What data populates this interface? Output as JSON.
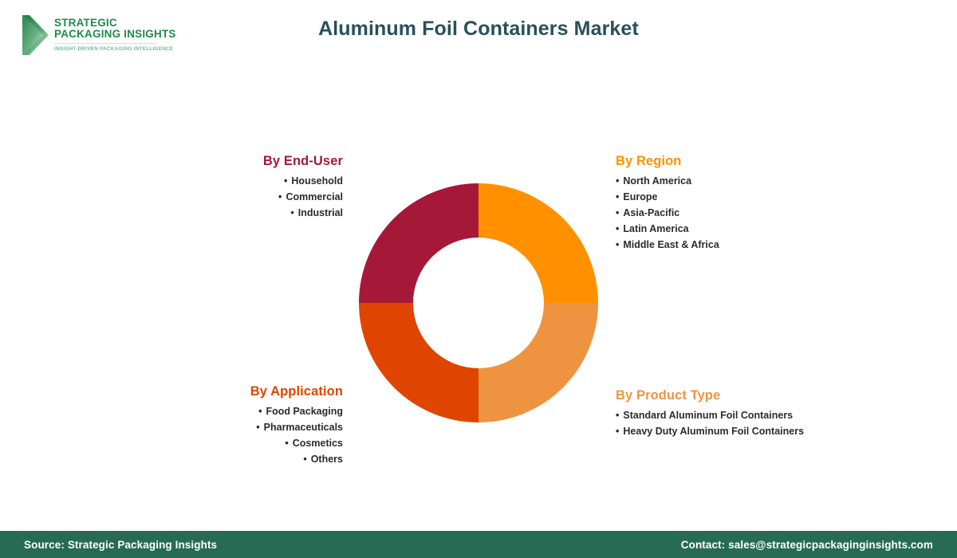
{
  "logo": {
    "name_line1": "STRATEGIC",
    "name_line2": "PACKAGING INSIGHTS",
    "tagline": "INSIGHT-DRIVEN PACKAGING INTELLIGENCE",
    "mark_icon": "chevron-right-icon",
    "color_dark": "#1a7a42",
    "color_light": "#8fc9a4"
  },
  "header": {
    "title": "Aluminum Foil Containers Market",
    "title_color": "#27505a"
  },
  "segments": {
    "end_user": {
      "title": "By End-User",
      "color": "#a61837",
      "items": [
        "Household",
        "Commercial",
        "Industrial"
      ]
    },
    "region": {
      "title": "By Region",
      "color": "#ff9100",
      "items": [
        "North America",
        "Europe",
        "Asia-Pacific",
        "Latin America",
        "Middle East & Africa"
      ]
    },
    "application": {
      "title": "By Application",
      "color": "#e04500",
      "items": [
        "Food Packaging",
        "Pharmaceuticals",
        "Cosmetics",
        "Others"
      ]
    },
    "product_type": {
      "title": "By Product Type",
      "color": "#ee9440",
      "items": [
        "Standard Aluminum Foil Containers",
        "Heavy Duty Aluminum Foil Containers"
      ]
    }
  },
  "footer": {
    "source": "Source: Strategic Packaging Insights",
    "contact": "Contact: sales@strategicpackaginginsights.com",
    "background": "#276b55"
  },
  "chart_data": {
    "type": "pie",
    "title": "Aluminum Foil Containers Market",
    "subtype": "donut",
    "categories": [
      "By Region",
      "By Product Type",
      "By Application",
      "By End-User"
    ],
    "values": [
      25,
      25,
      25,
      25
    ],
    "colors": [
      "#ff9100",
      "#ee9440",
      "#e04500",
      "#a61837"
    ],
    "start_angle_deg": 0,
    "direction": "clockwise",
    "inner_radius_ratio": 0.55,
    "legend": "none",
    "grid": false,
    "labels_shown": false,
    "segment_members": {
      "By Region": [
        "North America",
        "Europe",
        "Asia-Pacific",
        "Latin America",
        "Middle East & Africa"
      ],
      "By Product Type": [
        "Standard Aluminum Foil Containers",
        "Heavy Duty Aluminum Foil Containers"
      ],
      "By Application": [
        "Food Packaging",
        "Pharmaceuticals",
        "Cosmetics",
        "Others"
      ],
      "By End-User": [
        "Household",
        "Commercial",
        "Industrial"
      ]
    }
  }
}
